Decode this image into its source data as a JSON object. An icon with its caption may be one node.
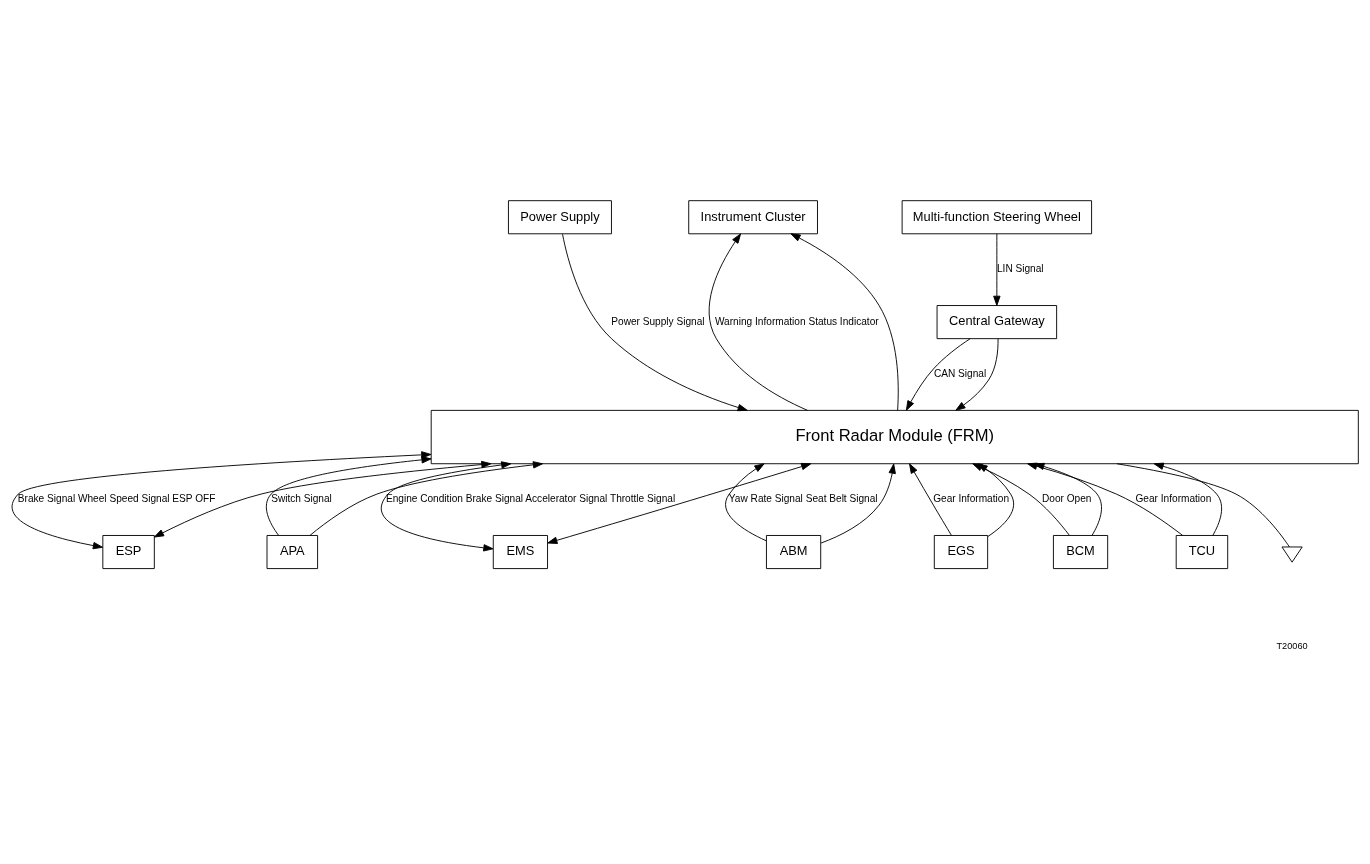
{
  "diagram": {
    "nodes": [
      {
        "text": [
          "Power Supply"
        ]
      },
      {
        "text": [
          "Multi-function Steering Wheel"
        ]
      },
      {
        "text": [
          "Instrument Cluster"
        ]
      },
      {
        "text": [
          "Central Gateway"
        ]
      },
      {
        "text": [
          "Front Radar Module (FRM)"
        ]
      },
      {
        "text": [
          "ESP"
        ]
      },
      {
        "text": [
          "APA"
        ]
      },
      {
        "text": [
          "EMS"
        ]
      },
      {
        "text": [
          "ABM"
        ]
      },
      {
        "text": [
          "EGS"
        ]
      },
      {
        "text": [
          "BCM"
        ]
      },
      {
        "text": [
          "TCU"
        ]
      },
      {
        "text": [],
        "shape": "triangle"
      }
    ],
    "edges": [
      {
        "from": 0,
        "to": 4,
        "arrow": "to",
        "label": "Power Supply Signal"
      },
      {
        "from": 1,
        "to": 3,
        "arrow": "to",
        "label": "LIN Signal"
      },
      {
        "from": 3,
        "to": 4,
        "arrow": "to",
        "label": "CAN Signal"
      },
      {
        "from": 3,
        "to": 4,
        "arrow": "to"
      },
      {
        "from": 4,
        "to": 2,
        "arrow": "to",
        "label": "Warning Information Status Indicator"
      },
      {
        "from": 4,
        "to": 2,
        "arrow": "to"
      },
      {
        "from": 4,
        "to": 5,
        "arrow": "both",
        "label": "Brake Signal Wheel Speed Signal ESP OFF"
      },
      {
        "from": 4,
        "to": 5,
        "arrow": "both"
      },
      {
        "from": 6,
        "to": 4,
        "arrow": "to",
        "label": "Switch Signal"
      },
      {
        "from": 6,
        "to": 4,
        "arrow": "to"
      },
      {
        "from": 4,
        "to": 7,
        "arrow": "both",
        "label": "Engine Condition Brake Signal Accelerator Signal Throttle Signal"
      },
      {
        "from": 4,
        "to": 7,
        "arrow": "both"
      },
      {
        "from": 8,
        "to": 4,
        "arrow": "to",
        "label": "Yaw Rate Signal Seat Belt Signal"
      },
      {
        "from": 8,
        "to": 4,
        "arrow": "to"
      },
      {
        "from": 9,
        "to": 4,
        "arrow": "to",
        "label": "Gear Information"
      },
      {
        "from": 9,
        "to": 4,
        "arrow": "to"
      },
      {
        "from": 10,
        "to": 4,
        "arrow": "to",
        "label": "Door Open"
      },
      {
        "from": 10,
        "to": 4,
        "arrow": "to"
      },
      {
        "from": 11,
        "to": 4,
        "arrow": "to",
        "label": "Gear Information"
      },
      {
        "from": 11,
        "to": 4,
        "arrow": "to"
      },
      {
        "from": 4,
        "to": 12,
        "arrow": "none"
      }
    ],
    "labels": [
      "T20060"
    ]
  }
}
